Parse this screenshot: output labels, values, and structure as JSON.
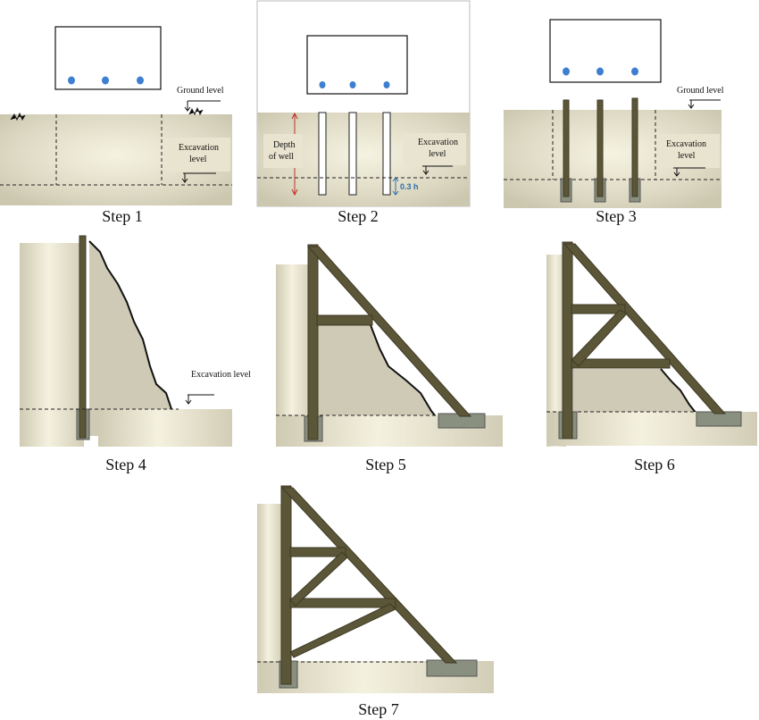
{
  "steps": [
    {
      "caption": "Step 1",
      "ground_label": "Ground  level",
      "excavation_label_1": "Excavation",
      "excavation_label_2": "level"
    },
    {
      "caption": "Step 2",
      "depth_label_1": "Depth",
      "depth_label_2": "of well",
      "excavation_label_1": "Excavation",
      "excavation_label_2": "level",
      "offset_label": "0.3 h"
    },
    {
      "caption": "Step 3",
      "ground_label": "Ground  level",
      "excavation_label_1": "Excavation",
      "excavation_label_2": "level"
    },
    {
      "caption": "Step 4",
      "excavation_label": "Excavation  level"
    },
    {
      "caption": "Step 5"
    },
    {
      "caption": "Step 6"
    },
    {
      "caption": "Step 7"
    }
  ],
  "colors": {
    "soil": "#d8d4c0",
    "soil_light": "#f2efdd",
    "soil_dark": "#cfcab2",
    "steel": "#5c5638",
    "steel_dark": "#3e3a24",
    "footing": "#8a9080",
    "well_dot": "#3e7fd0",
    "depth_arrow": "#c0302a",
    "offset_arrow": "#2d6fa8"
  }
}
